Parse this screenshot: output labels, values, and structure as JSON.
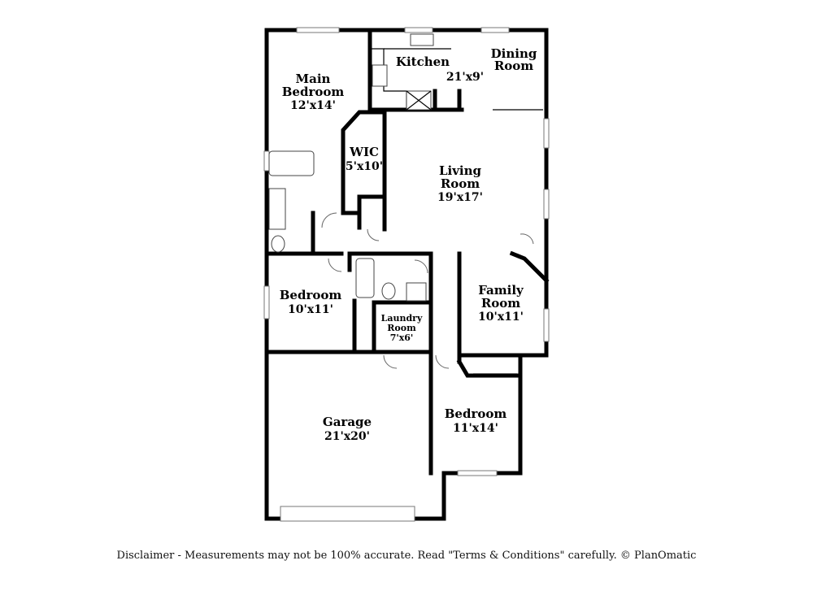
{
  "rooms": {
    "main_bedroom": {
      "name_line1": "Main",
      "name_line2": "Bedroom",
      "size": "12'x14'"
    },
    "kitchen": {
      "name": "Kitchen",
      "size": "21'x9'"
    },
    "dining_room": {
      "name_line1": "Dining",
      "name_line2": "Room"
    },
    "wic": {
      "name": "WIC",
      "size": "5'x10'"
    },
    "living_room": {
      "name_line1": "Living",
      "name_line2": "Room",
      "size": "19'x17'"
    },
    "bedroom_left": {
      "name": "Bedroom",
      "size": "10'x11'"
    },
    "laundry_room": {
      "name_line1": "Laundry",
      "name_line2": "Room",
      "size": "7'x6'"
    },
    "family_room": {
      "name_line1": "Family",
      "name_line2": "Room",
      "size": "10'x11'"
    },
    "garage": {
      "name": "Garage",
      "size": "21'x20'"
    },
    "bedroom_right": {
      "name": "Bedroom",
      "size": "11'x14'"
    }
  },
  "disclaimer": "Disclaimer - Measurements may not be 100% accurate. Read \"Terms & Conditions\" carefully. © PlanOmatic"
}
